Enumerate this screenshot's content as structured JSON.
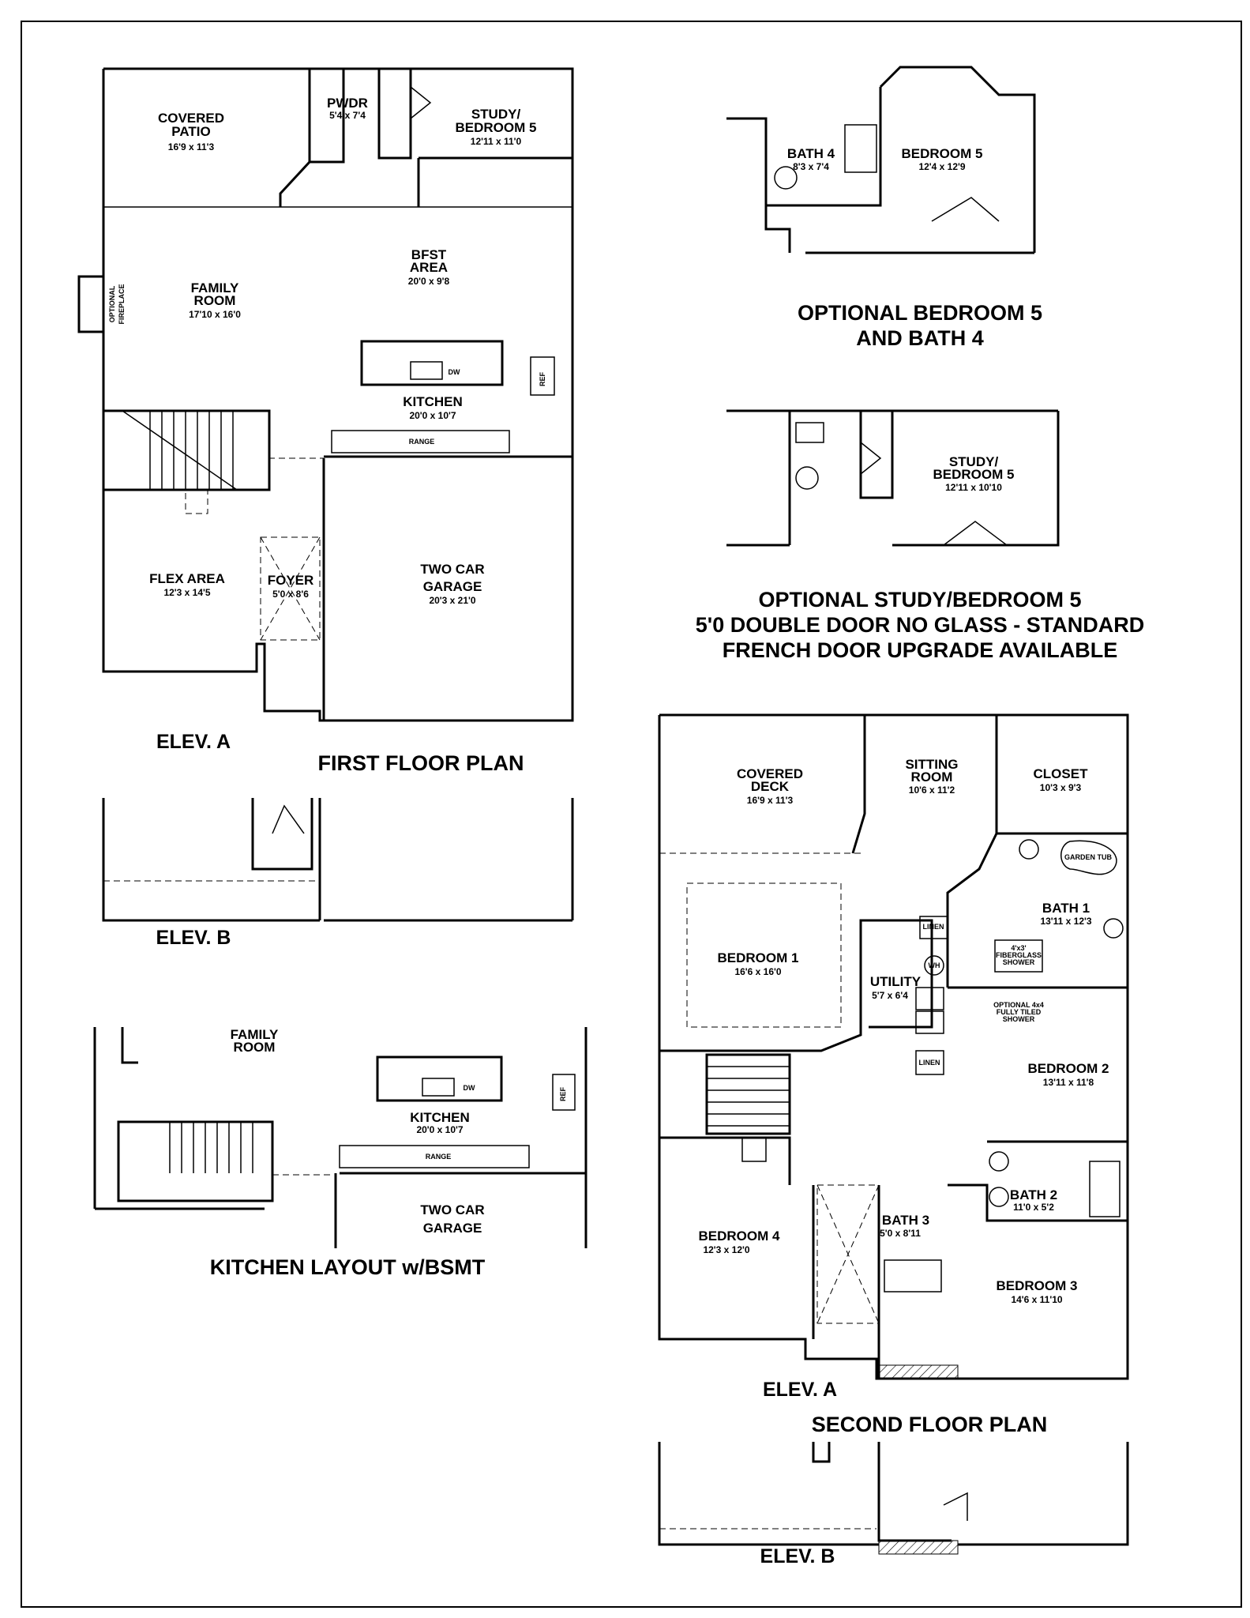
{
  "first_floor": {
    "caption": "FIRST FLOOR PLAN",
    "elev_a": "ELEV. A",
    "elev_b": "ELEV. B",
    "rooms": {
      "covered_patio": {
        "name_line1": "COVERED",
        "name_line2": "PATIO",
        "dims": "16'9 x 11'3"
      },
      "pwdr": {
        "name": "PWDR",
        "dims": "5'4 x 7'4"
      },
      "study": {
        "name_line1": "STUDY/",
        "name_line2": "BEDROOM 5",
        "dims": "12'11 x 11'0"
      },
      "bfst": {
        "name_line1": "BFST",
        "name_line2": "AREA",
        "dims": "20'0 x 9'8"
      },
      "family": {
        "name_line1": "FAMILY",
        "name_line2": "ROOM",
        "dims": "17'10 x 16'0"
      },
      "fireplace": {
        "line1": "OPTIONAL",
        "line2": "FIREPLACE"
      },
      "kitchen": {
        "name": "KITCHEN",
        "dims": "20'0 x 10'7"
      },
      "flex": {
        "name": "FLEX AREA",
        "dims": "12'3 x 14'5"
      },
      "foyer": {
        "name": "FOYER",
        "dims": "5'0 x 8'6"
      },
      "garage": {
        "name_line1": "TWO CAR",
        "name_line2": "GARAGE",
        "dims": "20'3 x 21'0"
      }
    },
    "fixtures": {
      "dw": "DW",
      "ref": "REF",
      "range": "RANGE"
    }
  },
  "kitchen_bsmt": {
    "caption": "KITCHEN LAYOUT w/BSMT",
    "family_line1": "FAMILY",
    "family_line2": "ROOM",
    "kitchen": "KITCHEN",
    "kitchen_dims": "20'0 x 10'7",
    "garage_line1": "TWO CAR",
    "garage_line2": "GARAGE",
    "dw": "DW",
    "ref": "REF",
    "range": "RANGE"
  },
  "opt_bedroom5": {
    "caption_line1": "OPTIONAL BEDROOM 5",
    "caption_line2": "AND BATH 4",
    "bath4": "BATH 4",
    "bath4_dims": "8'3 x 7'4",
    "bedroom5": "BEDROOM 5",
    "bedroom5_dims": "12'4 x 12'9"
  },
  "opt_study": {
    "caption_line1": "OPTIONAL STUDY/BEDROOM 5",
    "caption_line2": "5'0 DOUBLE DOOR NO GLASS - STANDARD",
    "caption_line3": "FRENCH DOOR UPGRADE AVAILABLE",
    "name_line1": "STUDY/",
    "name_line2": "BEDROOM 5",
    "dims": "12'11 x 10'10"
  },
  "second_floor": {
    "caption": "SECOND FLOOR PLAN",
    "elev_a": "ELEV. A",
    "elev_b": "ELEV. B",
    "rooms": {
      "covered_deck": {
        "name_line1": "COVERED",
        "name_line2": "DECK",
        "dims": "16'9 x 11'3"
      },
      "sitting": {
        "name_line1": "SITTING",
        "name_line2": "ROOM",
        "dims": "10'6 x 11'2"
      },
      "closet": {
        "name": "CLOSET",
        "dims": "10'3 x 9'3"
      },
      "bath1": {
        "name": "BATH 1",
        "dims": "13'11 x 12'3"
      },
      "bedroom1": {
        "name": "BEDROOM 1",
        "dims": "16'6 x 16'0"
      },
      "utility": {
        "name": "UTILITY",
        "dims": "5'7 x 6'4"
      },
      "bedroom2": {
        "name": "BEDROOM 2",
        "dims": "13'11 x 11'8"
      },
      "bath2": {
        "name": "BATH 2",
        "dims": "11'0 x 5'2"
      },
      "bath3": {
        "name": "BATH 3",
        "dims": "5'0 x 8'11"
      },
      "bedroom4": {
        "name": "BEDROOM 4",
        "dims": "12'3 x 12'0"
      },
      "bedroom3": {
        "name": "BEDROOM 3",
        "dims": "14'6 x 11'10"
      }
    },
    "fixtures": {
      "linen": "LINEN",
      "wh": "WH",
      "garden_tub": "GARDEN TUB",
      "shower_line1": "4'x3'",
      "shower_line2": "FIBERGLASS",
      "shower_line3": "SHOWER",
      "opt_shower_line1": "OPTIONAL 4x4",
      "opt_shower_line2": "FULLY TILED",
      "opt_shower_line3": "SHOWER"
    }
  }
}
